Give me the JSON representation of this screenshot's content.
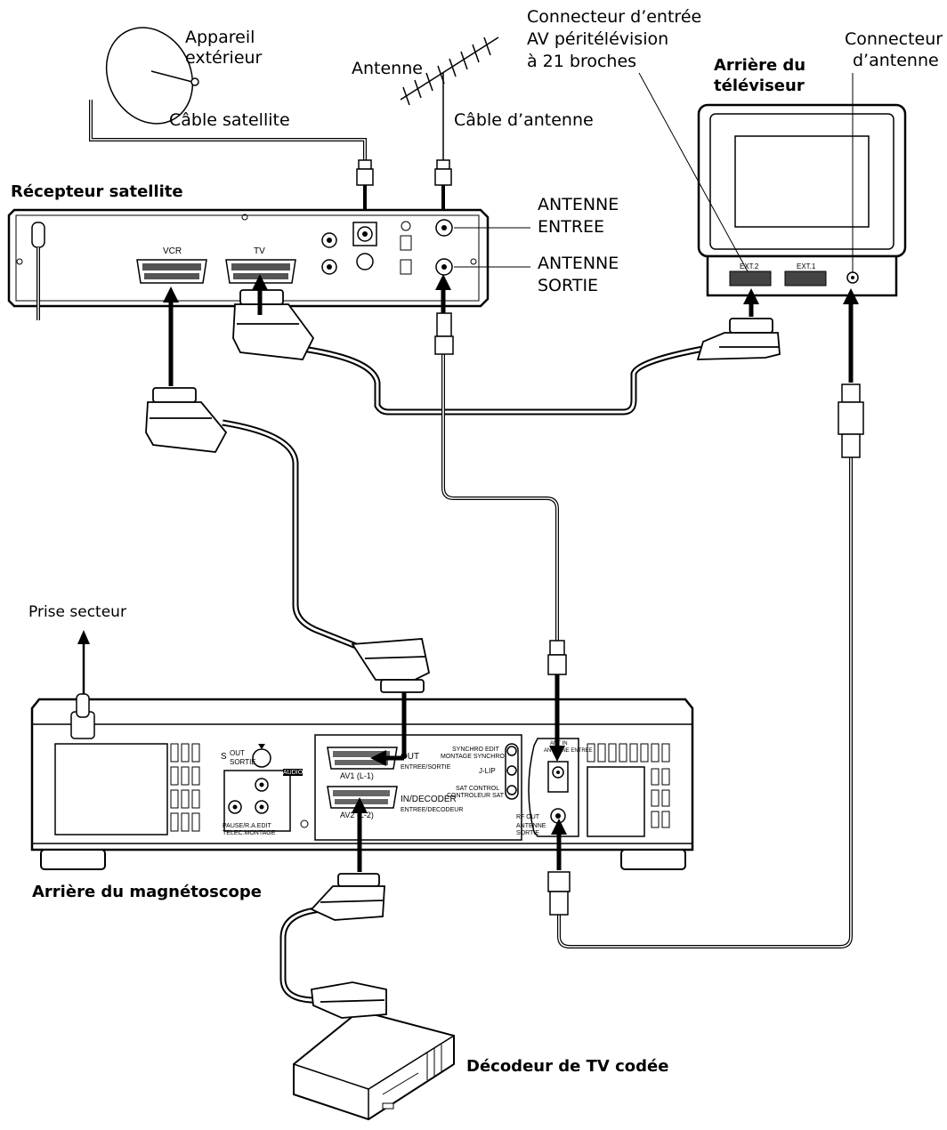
{
  "labels": {
    "appareil": "Appareil",
    "exterieur": "extérieur",
    "cable_satellite": "Câble satellite",
    "antenne": "Antenne",
    "cable_antenne": "Câble d’antenne",
    "connecteur_entree_1": "Connecteur d’entrée",
    "connecteur_entree_2": "AV péritélévision",
    "connecteur_entree_3": "à 21 broches",
    "connecteur_antenne_1": "Connecteur",
    "connecteur_antenne_2": "d’antenne",
    "arriere_tv_1": "Arrière du",
    "arriere_tv_2": "téléviseur",
    "recepteur_satellite": "Récepteur satellite",
    "antenne_entree_1": "ANTENNE",
    "antenne_entree_2": "ENTREE",
    "antenne_sortie_1": "ANTENNE",
    "antenne_sortie_2": "SORTIE",
    "prise_secteur": "Prise secteur",
    "arriere_magnetoscope": "Arrière du magnétoscope",
    "decodeur": "Décodeur de TV codée"
  },
  "small_labels": {
    "vcr": "VCR",
    "tv": "TV",
    "ext2": "EXT.2",
    "ext1": "EXT.1",
    "s_out": "S",
    "out": "OUT",
    "sortie": "SORTIE",
    "audio": "AUDIO",
    "pause_r_a_edit": "PAUSE/R.A.EDIT",
    "telec_montage": "TELEC.MONTAGE",
    "av1": "AV1 (L-1)",
    "out_entree_sortie_1": "OUT",
    "out_entree_sortie_2": "ENTREE/SORTIE",
    "in_decoder_1": "IN/DECODER",
    "in_decoder_2": "ENTREE/DECODEUR",
    "av2": "AV2 (L-2)",
    "synchro_edit": "SYNCHRO EDIT",
    "montage_synchro": "MONTAGE SYNCHRO",
    "jlip": "J-LIP",
    "sat_control": "SAT CONTROL",
    "controleur_sat": "CONTROLEUR SAT",
    "ant_in": "ANT IN",
    "antenne_entree": "ANTENNE ENTREE",
    "rf_out": "RF OUT",
    "antenne_sortie_a": "ANTENNE",
    "antenne_sortie_b": "SORTIE"
  }
}
